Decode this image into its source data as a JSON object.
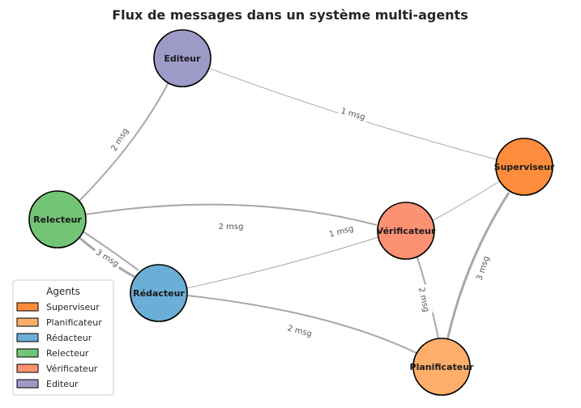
{
  "title": "Flux de messages dans un système multi-agents",
  "nodes": [
    {
      "id": "superviseur",
      "label": "Superviseur",
      "color": "#fd8d3c"
    },
    {
      "id": "planificateur",
      "label": "Planificateur",
      "color": "#fdae6b"
    },
    {
      "id": "redacteur",
      "label": "Rédacteur",
      "color": "#6baed6"
    },
    {
      "id": "relecteur",
      "label": "Relecteur",
      "color": "#74c476"
    },
    {
      "id": "verificateur",
      "label": "Vérificateur",
      "color": "#fc9272"
    },
    {
      "id": "editeur",
      "label": "Editeur",
      "color": "#9e9ac8"
    }
  ],
  "edges": [
    {
      "from": "editeur",
      "to": "superviseur",
      "label": "1 msg"
    },
    {
      "from": "editeur",
      "to": "relecteur",
      "label": "2 msg"
    },
    {
      "from": "relecteur",
      "to": "verificateur",
      "label": "2 msg"
    },
    {
      "from": "relecteur",
      "to": "redacteur",
      "label": "3 msg"
    },
    {
      "from": "redacteur",
      "to": "verificateur",
      "label": "1 msg"
    },
    {
      "from": "redacteur",
      "to": "planificateur",
      "label": "2 msg"
    },
    {
      "from": "verificateur",
      "to": "planificateur",
      "label": "2 msg"
    },
    {
      "from": "superviseur",
      "to": "planificateur",
      "label": "3 msg"
    },
    {
      "from": "superviseur",
      "to": "verificateur",
      "label": ""
    }
  ],
  "legend": {
    "title": "Agents",
    "items": [
      {
        "label": "Superviseur",
        "color": "#fd8d3c"
      },
      {
        "label": "Planificateur",
        "color": "#fdae6b"
      },
      {
        "label": "Rédacteur",
        "color": "#6baed6"
      },
      {
        "label": "Relecteur",
        "color": "#74c476"
      },
      {
        "label": "Vérificateur",
        "color": "#fc9272"
      },
      {
        "label": "Editeur",
        "color": "#9e9ac8"
      }
    ]
  }
}
